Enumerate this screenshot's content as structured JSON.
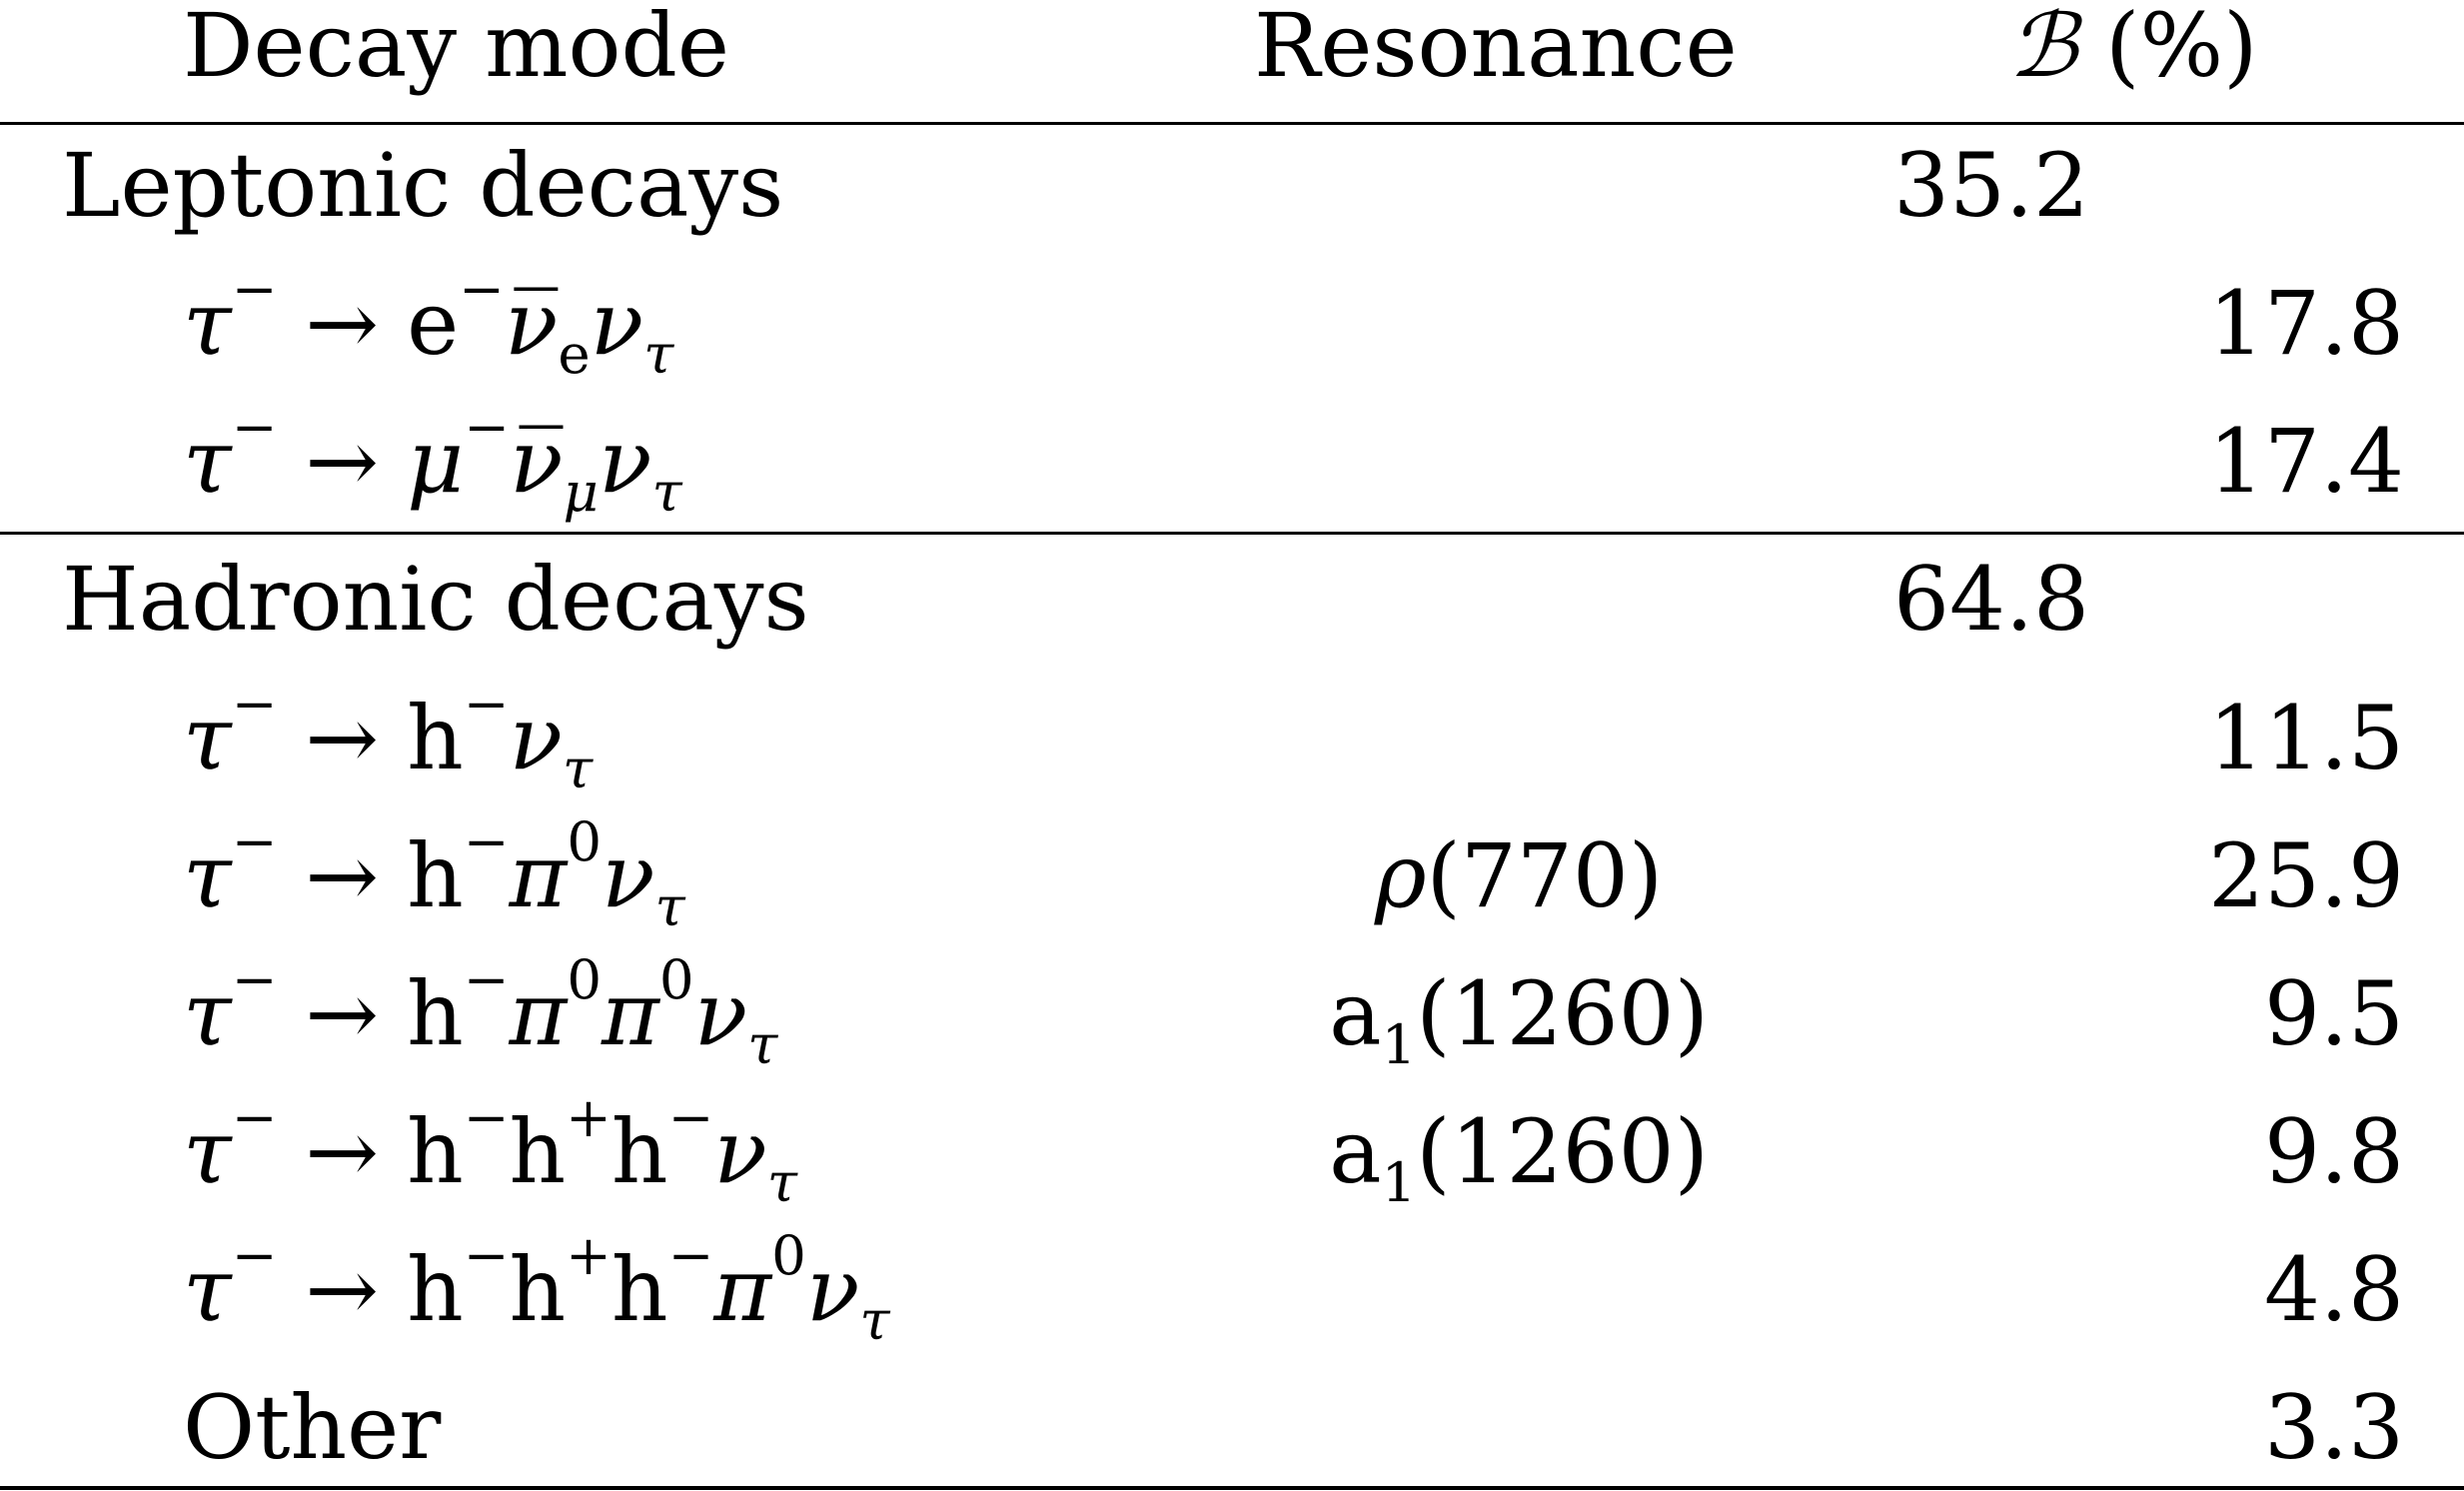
{
  "table": {
    "headers": {
      "decay_mode": "Decay mode",
      "resonance": "Resonance",
      "branching_symbol": "ℬ",
      "branching_unit": "(%)"
    },
    "groups": [
      {
        "label": "Leptonic decays",
        "total": "35.2",
        "rows": [
          {
            "decay_html": "<span class=\"italic\">τ</span><sup>−</sup> → e<sup>−</sup><span class=\"italic\">ν̅</span><sub>e</sub><span class=\"italic\">ν</span><sub class=\"italic\">τ</sub>",
            "resonance": "",
            "branching": "17.8"
          },
          {
            "decay_html": "<span class=\"italic\">τ</span><sup>−</sup> → <span class=\"italic\">μ</span><sup>−</sup><span class=\"italic\">ν̅</span><sub class=\"italic\">μ</sub><span class=\"italic\">ν</span><sub class=\"italic\">τ</sub>",
            "resonance": "",
            "branching": "17.4"
          }
        ]
      },
      {
        "label": "Hadronic decays",
        "total": "64.8",
        "rows": [
          {
            "decay_html": "<span class=\"italic\">τ</span><sup>−</sup> → h<sup>−</sup><span class=\"italic\">ν</span><sub class=\"italic\">τ</sub>",
            "resonance": "",
            "branching": "11.5"
          },
          {
            "decay_html": "<span class=\"italic\">τ</span><sup>−</sup> → h<sup>−</sup><span class=\"italic\">π</span><sup>0</sup><span class=\"italic\">ν</span><sub class=\"italic\">τ</sub>",
            "resonance_html": "<span class=\"italic\">ρ</span>(770)",
            "branching": "25.9"
          },
          {
            "decay_html": "<span class=\"italic\">τ</span><sup>−</sup> → h<sup>−</sup><span class=\"italic\">π</span><sup>0</sup><span class=\"italic\">π</span><sup>0</sup><span class=\"italic\">ν</span><sub class=\"italic\">τ</sub>",
            "resonance_html": "a<sub>1</sub>(1260)",
            "branching": "9.5"
          },
          {
            "decay_html": "<span class=\"italic\">τ</span><sup>−</sup> → h<sup>−</sup>h<sup>+</sup>h<sup>−</sup><span class=\"italic\">ν</span><sub class=\"italic\">τ</sub>",
            "resonance_html": "a<sub>1</sub>(1260)",
            "branching": "9.8"
          },
          {
            "decay_html": "<span class=\"italic\">τ</span><sup>−</sup> → h<sup>−</sup>h<sup>+</sup>h<sup>−</sup><span class=\"italic\">π</span><sup>0</sup><span class=\"italic\">ν</span><sub class=\"italic\">τ</sub>",
            "resonance": "",
            "branching": "4.8"
          },
          {
            "decay_html": "Other",
            "resonance": "",
            "branching": "3.3"
          }
        ]
      }
    ]
  }
}
